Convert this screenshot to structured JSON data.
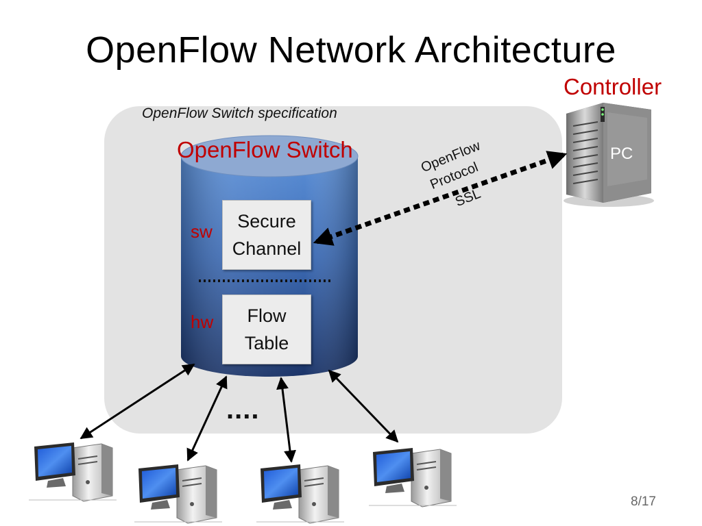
{
  "title": "OpenFlow Network Architecture",
  "controller": {
    "label": "Controller",
    "pc_label": "PC"
  },
  "panel": {
    "spec_label": "OpenFlow Switch specification"
  },
  "switch": {
    "label": "OpenFlow Switch",
    "secure_channel": "Secure\nChannel",
    "flow_table": "Flow\nTable",
    "sw_label": "sw",
    "hw_label": "hw"
  },
  "protocol": {
    "line1": "OpenFlow",
    "line2": "Protocol",
    "line3": "SSL"
  },
  "hosts": {
    "ellipsis": "...."
  },
  "page_number": "8/17",
  "colors": {
    "accent_red": "#c00000",
    "panel_gray": "#e3e3e3",
    "cylinder_blue": "#3f6db5"
  }
}
